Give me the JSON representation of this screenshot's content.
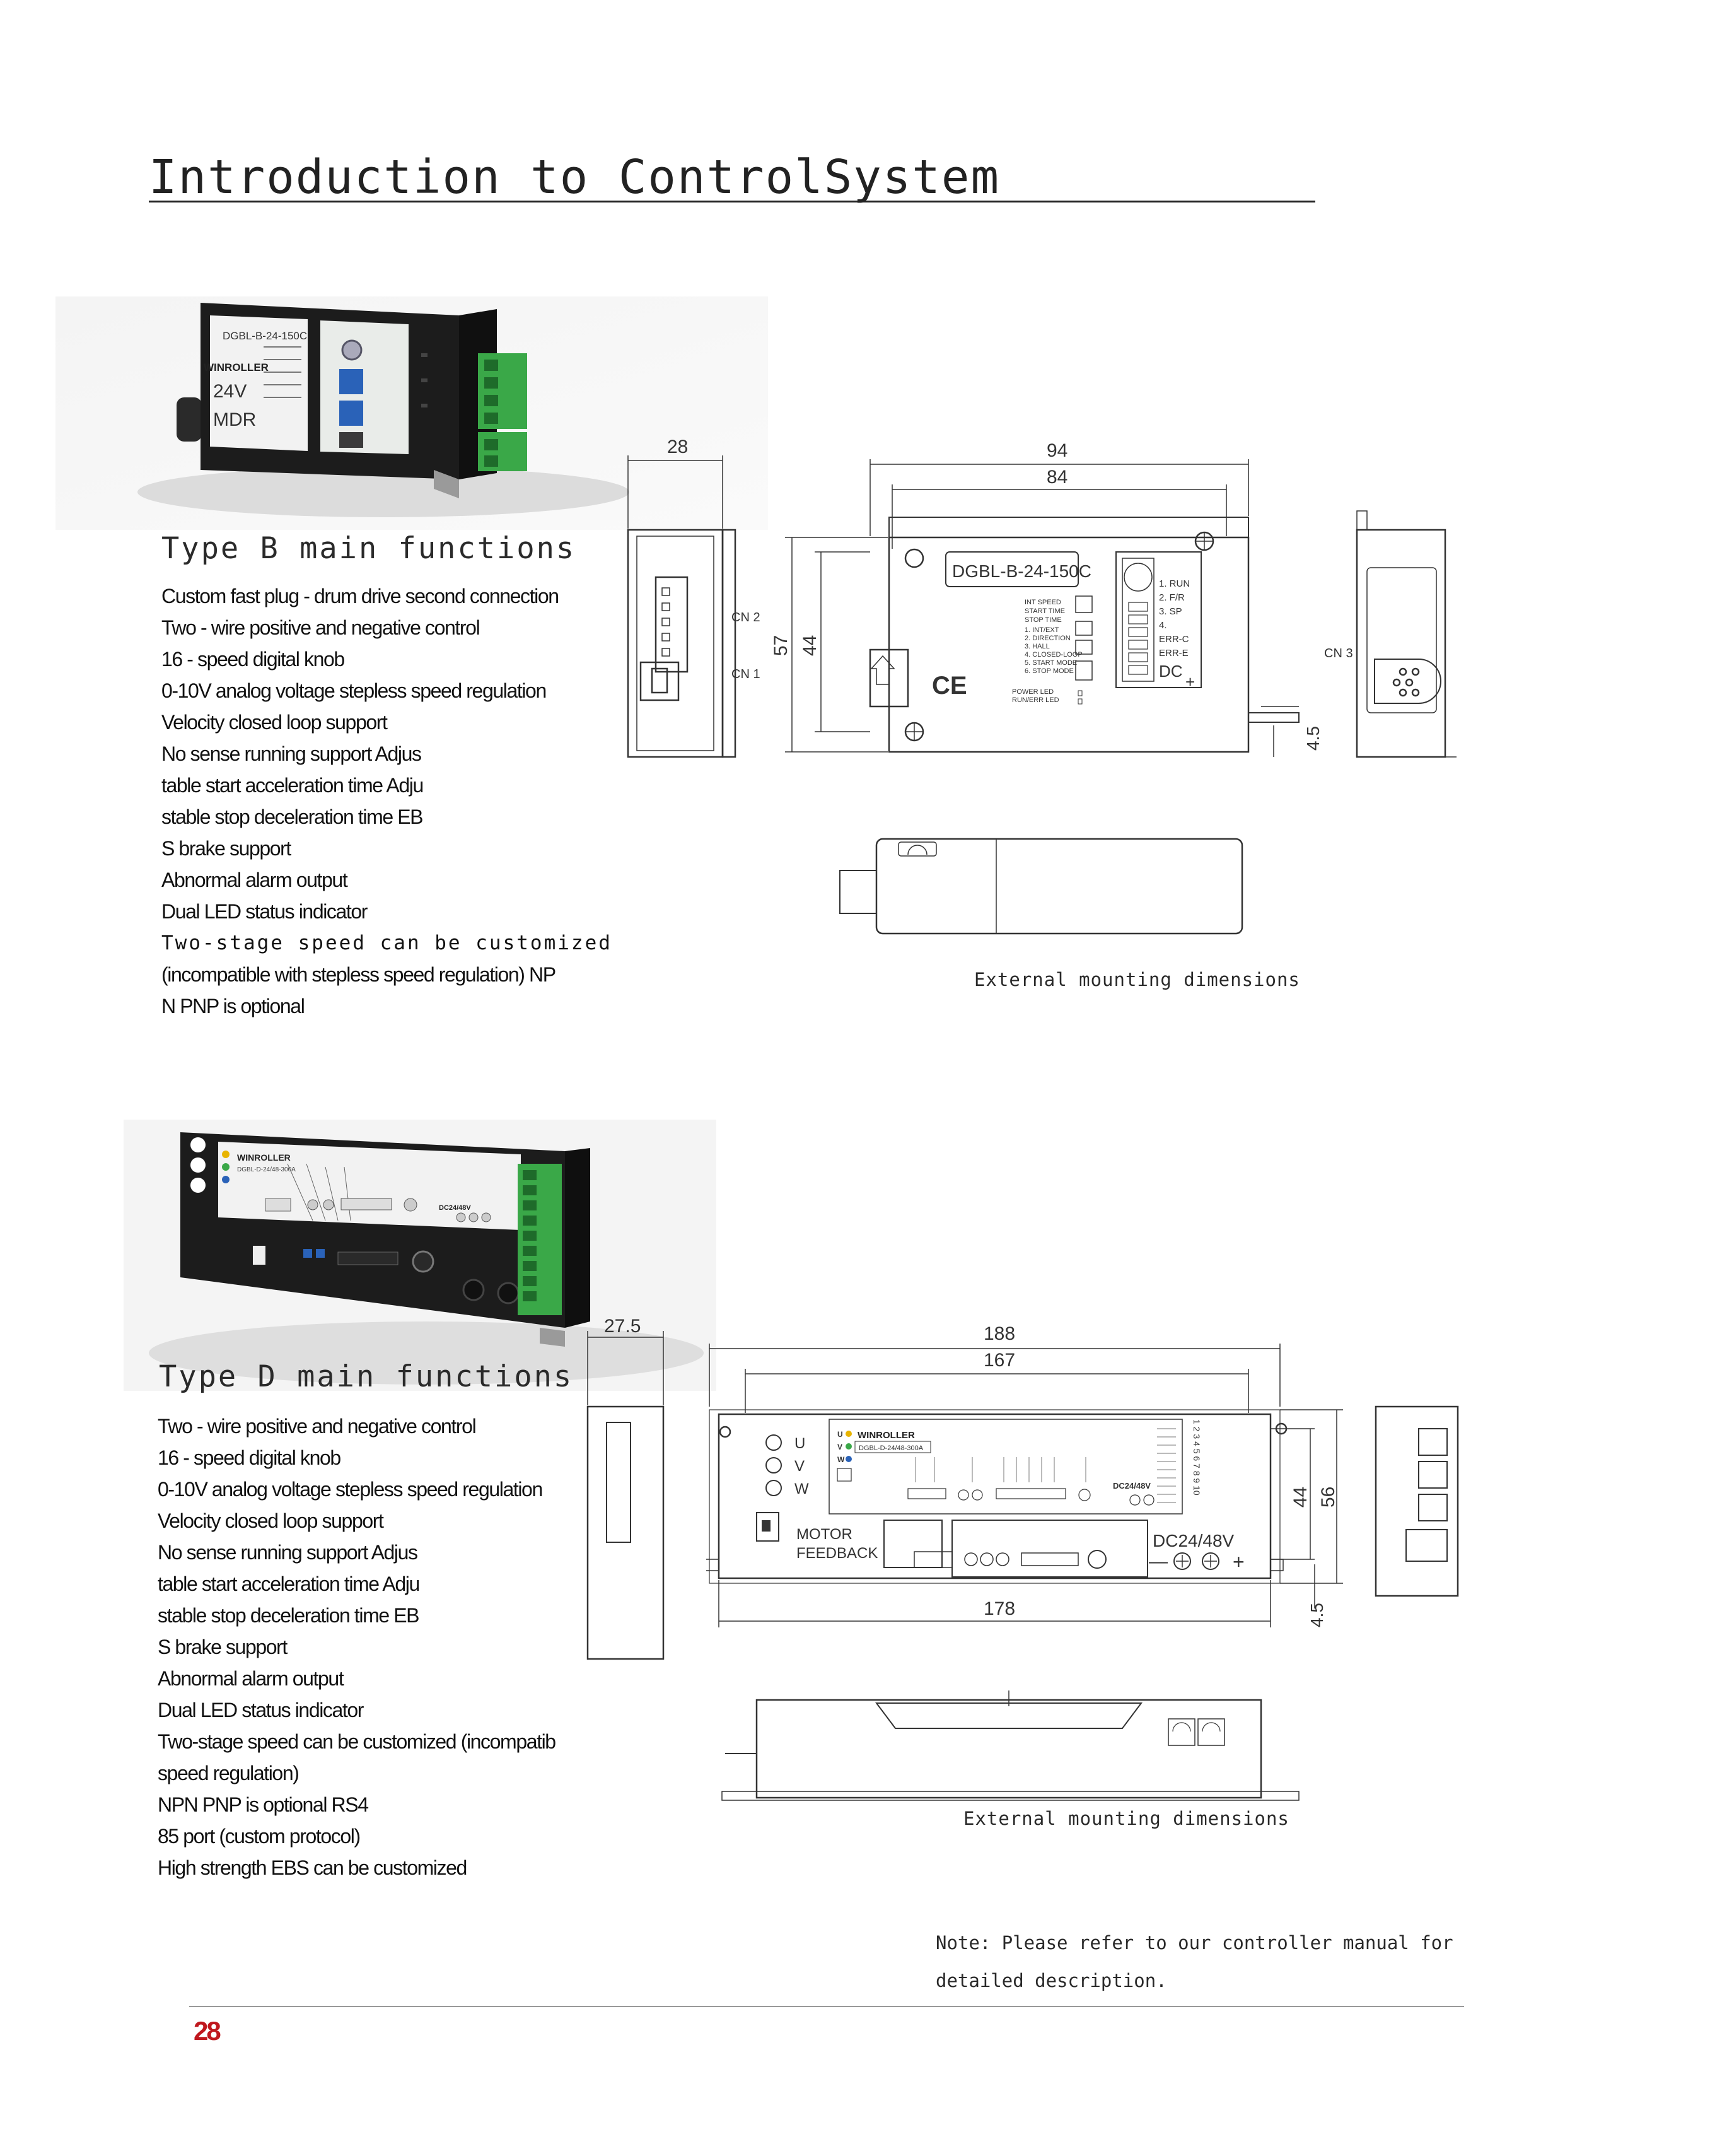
{
  "title": "Introduction to ControlSystem",
  "type_b": {
    "heading": "Type B main functions",
    "features": [
      "Custom fast plug - drum drive second connection",
      "Two - wire positive and negative control",
      "16 - speed digital knob",
      "0-10V analog voltage stepless speed regulation",
      "Velocity closed loop support",
      "No sense running support  Adjus",
      "table start acceleration time  Adju",
      "stable stop deceleration time EB",
      "S brake support",
      "Abnormal alarm output",
      "Dual LED status indicator",
      "Two-stage speed can be customized",
      "(incompatible with stepless speed regulation)  NP",
      "N PNP is optional"
    ],
    "caption": "External mounting dimensions",
    "photo": {
      "brand": "WINROLLER",
      "model": "DGBL-B-24-150C",
      "voltage": "24V",
      "type": "MDR"
    },
    "drawing": {
      "dim_width_side": "28",
      "dim_overall": "94",
      "dim_hole_span": "84",
      "dim_height": "57",
      "dim_body_height": "44",
      "dim_tab": "4.5",
      "cn2": "CN 2",
      "cn1": "CN 1",
      "cn3": "CN 3",
      "model_label": "DGBL-B-24-150C",
      "ce": "CE",
      "switch_lines": [
        "INT SPEED",
        "START TIME",
        "STOP TIME",
        "1. INT/EXT",
        "2. DIRECTION",
        "3. HALL",
        "4. CLOSED-LOOP",
        "5. START MODE",
        "6. STOP MODE"
      ],
      "led_lines": [
        "POWER  LED",
        "RUN/ERR LED"
      ],
      "terminal_lines": [
        "1. RUN",
        "2. F/R",
        "3. SP",
        "4.",
        "ERR-C",
        "ERR-E"
      ],
      "dc_label": "DC",
      "plus": "+"
    }
  },
  "type_d": {
    "heading": "Type D main functions",
    "features": [
      "Two - wire positive and negative control",
      "16 - speed digital knob",
      "0-10V analog voltage stepless speed regulation",
      "Velocity closed loop support",
      "No sense running support  Adjus",
      "table start acceleration time  Adju",
      "stable stop deceleration time EB",
      "S brake support",
      "Abnormal alarm output",
      "Dual LED status indicator",
      "Two-stage speed can be customized (incompatib",
      "speed regulation)",
      "NPN  PNP  is  optional  RS4",
      "85 port (custom protocol)",
      "High strength EBS can be customized"
    ],
    "caption": "External mounting dimensions",
    "photo": {
      "brand": "WINROLLER",
      "model": "DGBL-D-24/48-300A",
      "dc_label": "DC24/48V"
    },
    "drawing": {
      "dim_side": "27.5",
      "dim_overall": "188",
      "dim_hole_span": "167",
      "dim_body": "178",
      "dim_height": "56",
      "dim_body_height": "44",
      "dim_tab": "4.5",
      "brand": "WINROLLER",
      "model": "DGBL-D-24/48-300A",
      "phase_u": "U",
      "phase_v": "V",
      "phase_w": "W",
      "motor_feedback_1": "MOTOR",
      "motor_feedback_2": "FEEDBACK",
      "dc_small": "DC24/48V",
      "dc_label": "DC24/48V",
      "minus": "—",
      "plus": "+",
      "terminal_numbers": "1 2 3 4 5 6 7 8 9 10"
    }
  },
  "note": {
    "line1": "Note: Please refer to our controller manual for",
    "line2": "detailed description."
  },
  "page_number": "28",
  "colors": {
    "terminal_green": "#3aa848",
    "housing_black": "#1c1c1c",
    "knob_blue": "#2a62b8",
    "page_number_red": "#c0181e",
    "drawing_line": "#333333"
  }
}
